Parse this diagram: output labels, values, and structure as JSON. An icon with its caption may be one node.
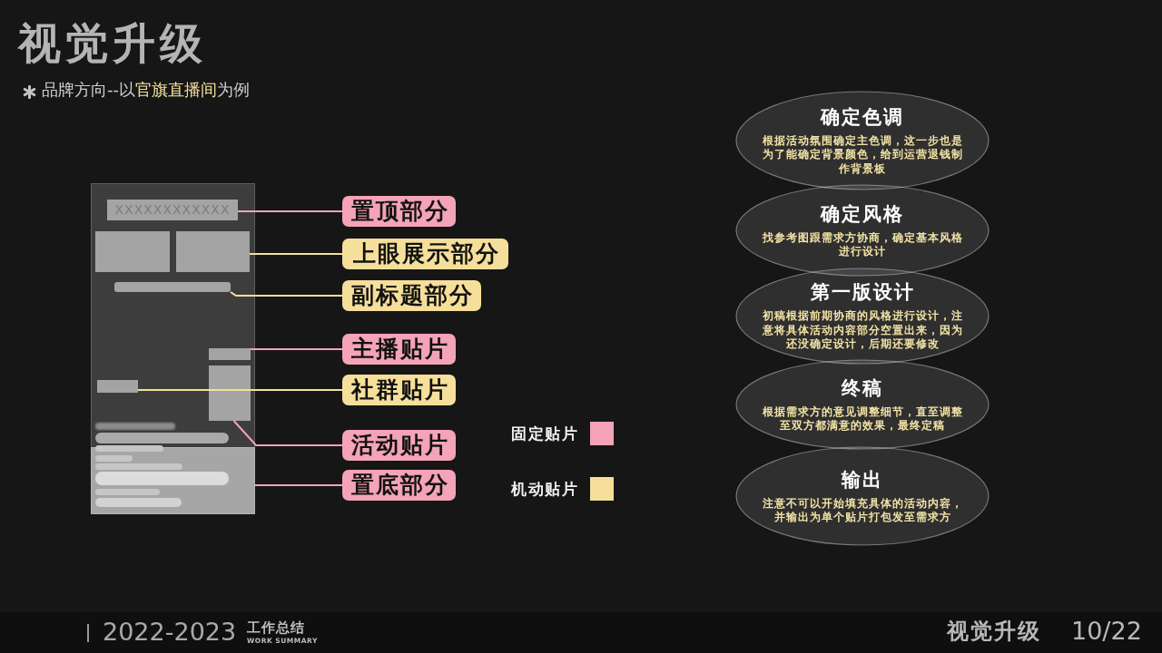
{
  "diagram": {
    "title": "视觉升级",
    "nodes": [
      {
        "text": [],
        "shape": "box"
      },
      {
        "text": [
          "XXXXXXXXXXXX"
        ],
        "in": 0
      },
      {
        "text": [],
        "shape": "box",
        "in": 0
      },
      {
        "text": [],
        "shape": "bar",
        "in": 0
      },
      {
        "text": [],
        "shape": "box",
        "in": 0
      },
      {
        "text": [],
        "shape": "box",
        "in": 0
      },
      {
        "text": [],
        "shape": "box",
        "in": 0
      },
      {
        "text": [],
        "shape": "box",
        "in": 0
      },
      {
        "text": [
          "置顶部分"
        ]
      },
      {
        "text": [
          "上眼展示部分"
        ]
      },
      {
        "text": [
          "副标题部分"
        ]
      },
      {
        "text": [
          "主播贴片"
        ]
      },
      {
        "text": [
          "社群贴片"
        ]
      },
      {
        "text": [
          "活动贴片"
        ]
      },
      {
        "text": [
          "置底部分"
        ]
      },
      {
        "text": [
          "确定色调",
          "根据活动氛围确定主色调，这一步也是为了能确定背景颜色，给到运营退钱制作背景板"
        ]
      },
      {
        "text": [
          "确定风格",
          "找参考图跟需求方协商，确定基本风格进行设计"
        ]
      },
      {
        "text": [
          "第一版设计",
          "初稿根据前期协商的风格进行设计，注意将具体活动内容部分空置出来，因为还没确定设计，后期还要修改"
        ]
      },
      {
        "text": [
          "终稿",
          "根据需求方的意见调整细节，直至调整至双方都满意的效果，最终定稿"
        ]
      },
      {
        "text": [
          "输出",
          "注意不可以开始填充具体的活动内容，并输出为单个贴片打包发至需求方"
        ]
      }
    ],
    "edges": [
      {
        "from": 8,
        "to": 1,
        "arrow": "none"
      },
      {
        "from": 9,
        "to": 2,
        "arrow": "none",
        "color": "#f6df9a"
      },
      {
        "from": 10,
        "to": 3,
        "arrow": "none",
        "color": "#f6df9a"
      },
      {
        "from": 11,
        "to": 4,
        "arrow": "none"
      },
      {
        "from": 12,
        "to": 5,
        "arrow": "none",
        "color": "#f6df9a"
      },
      {
        "from": 13,
        "to": 6,
        "arrow": "none"
      },
      {
        "from": 14,
        "to": 7,
        "arrow": "none"
      }
    ],
    "labels": [
      "品牌方向--以**官旗直播间**为例",
      "2022-2023",
      "工作总结",
      "WORK SUMMARY",
      "视觉升级",
      "10/22"
    ],
    "legend": [
      {
        "text": "固定贴片",
        "color": "#f4a3b8"
      },
      {
        "text": "机动贴片",
        "color": "#f6df9a"
      }
    ]
  }
}
